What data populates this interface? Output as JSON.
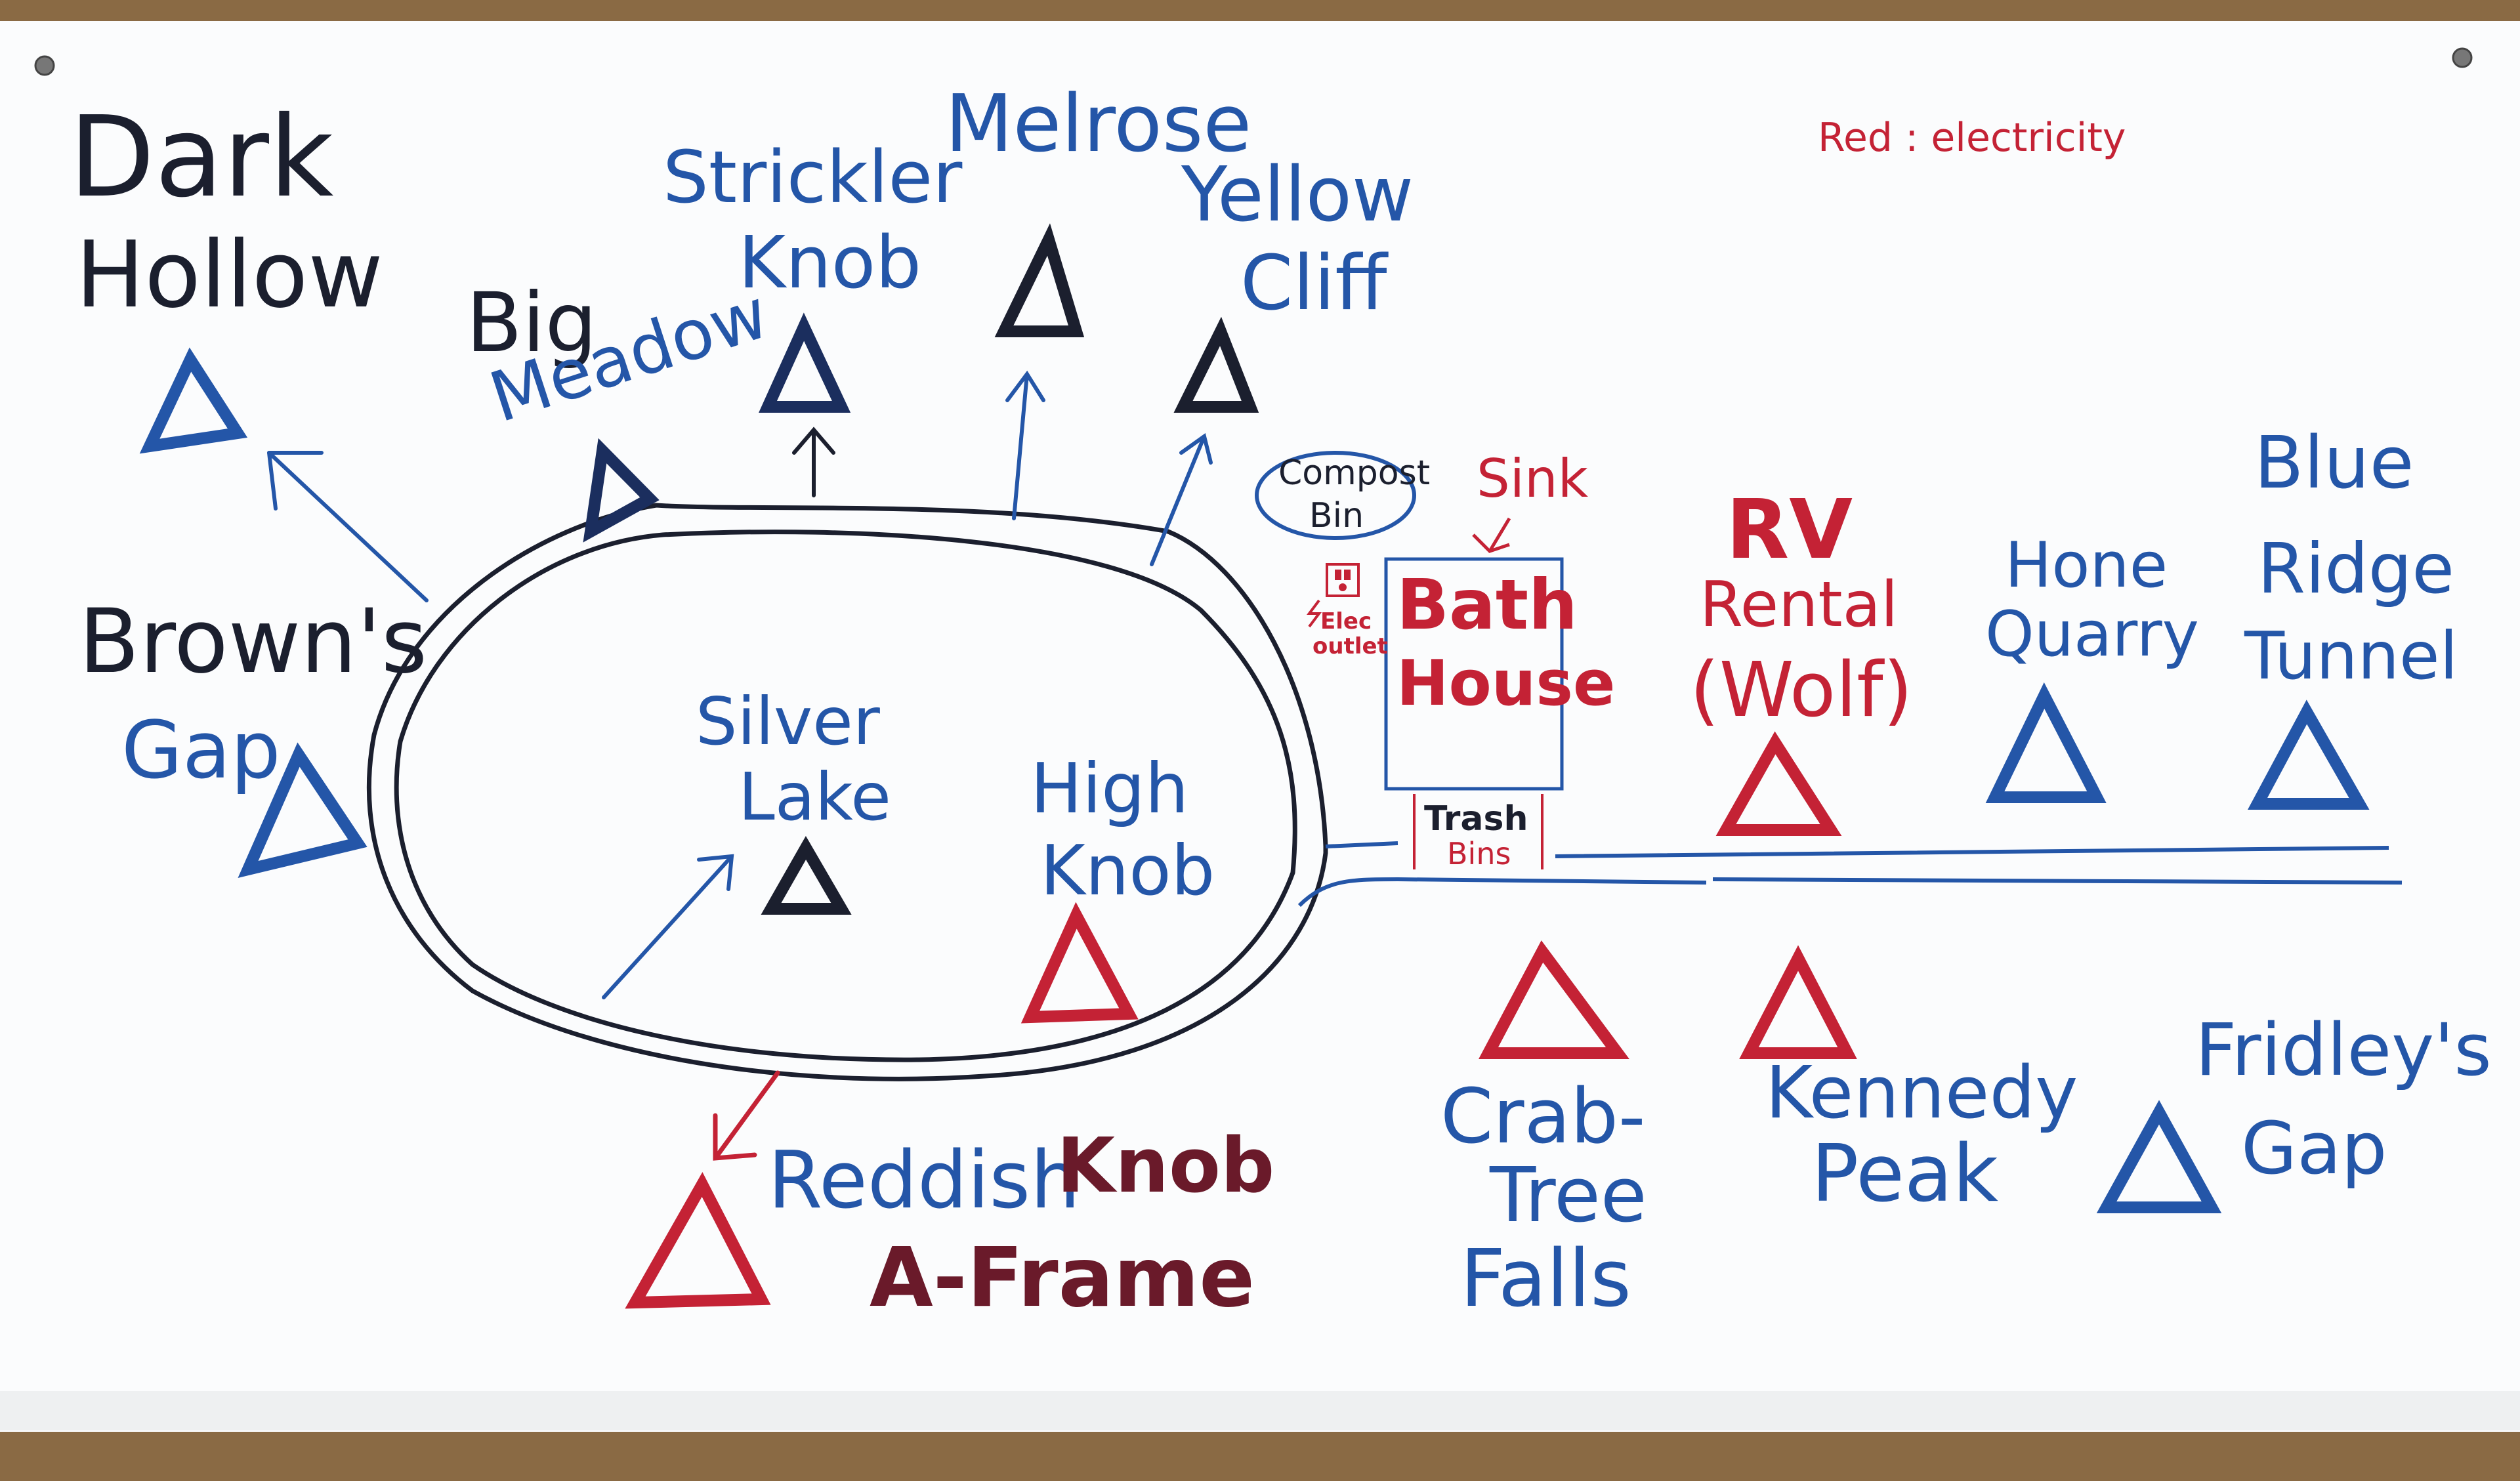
{
  "legend": {
    "text": "Red : electricity",
    "electric_color": "#c42235"
  },
  "colors": {
    "board": "#fbfcfd",
    "frame": "#8a6a44",
    "blue": "#2456a8",
    "dark": "#1b1f2e",
    "red": "#c42235",
    "maroon": "#6a1a2a"
  },
  "sites": {
    "dark_hollow": {
      "line1": "Dark",
      "line2": "Hollow"
    },
    "big_meadow": {
      "line1": "Big",
      "line2": "Meadow"
    },
    "strickler_knob": {
      "line1": "Strickler",
      "line2": "Knob"
    },
    "melrose": {
      "line1": "Melrose"
    },
    "yellow_cliff": {
      "line1": "Yellow",
      "line2": "Cliff"
    },
    "browns_gap": {
      "line1": "Brown's",
      "line2": "Gap"
    },
    "silver_lake": {
      "line1": "Silver",
      "line2": "Lake"
    },
    "high_knob": {
      "line1": "High",
      "line2": "Knob"
    },
    "reddish_knob": {
      "part1": "Reddish",
      "part2": "Knob",
      "line2": "A-Frame"
    },
    "crab_tree_falls": {
      "line1": "Crab-",
      "line2": "Tree",
      "line3": "Falls"
    },
    "kennedy_peak": {
      "line1": "Kennedy",
      "line2": "Peak"
    },
    "fridleys_gap": {
      "line1": "Fridley's",
      "line2": "Gap"
    },
    "rv_rental": {
      "line1": "RV",
      "line2": "Rental",
      "line3": "(Wolf)"
    },
    "hone_quarry": {
      "line1": "Hone",
      "line2": "Quarry"
    },
    "blue_ridge_tunnel": {
      "line1": "Blue",
      "line2": "Ridge",
      "line3": "Tunnel"
    }
  },
  "facilities": {
    "compost_bin": {
      "line1": "Compost",
      "line2": "Bin"
    },
    "sink": {
      "label": "Sink"
    },
    "bath_house": {
      "line1": "Bath",
      "line2": "House"
    },
    "elec_outlet": {
      "line1": "Elec",
      "line2": "outlet"
    },
    "trash_bins": {
      "line1": "Trash",
      "line2": "Bins"
    }
  }
}
